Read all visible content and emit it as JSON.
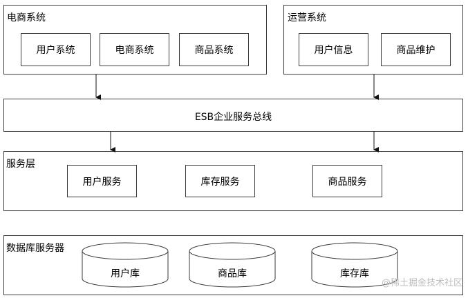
{
  "ecommerce": {
    "title": "电商系统",
    "items": [
      "用户系统",
      "电商系统",
      "商品系统"
    ]
  },
  "operations": {
    "title": "运营系统",
    "items": [
      "用户信息",
      "商品维护"
    ]
  },
  "esb": {
    "label": "ESB企业服务总线"
  },
  "service_layer": {
    "title": "服务层",
    "items": [
      "用户服务",
      "库存服务",
      "商品服务"
    ]
  },
  "database_layer": {
    "title": "数据库服务器",
    "items": [
      "用户库",
      "商品库",
      "库存库"
    ]
  },
  "watermark": "@稀土掘金技术社区"
}
